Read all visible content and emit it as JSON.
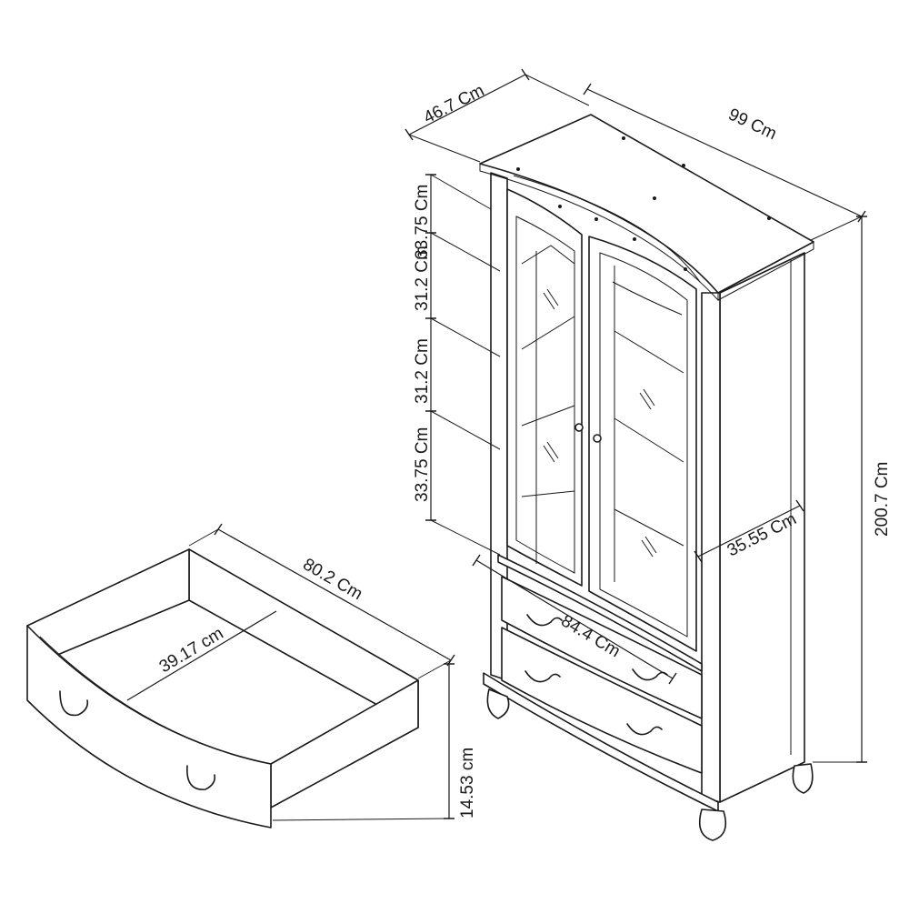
{
  "dimensions": {
    "cabinet_depth": "46.7 Cm",
    "cabinet_width": "99 Cm",
    "cabinet_height": "200.7 Cm",
    "shelf_gap_top": "33.75 Cm",
    "shelf_gap_2": "31.2 Cm",
    "shelf_gap_3": "31.2 Cm",
    "shelf_gap_bottom": "33.75 Cm",
    "interior_depth": "35.55 Cm",
    "drawer_front_width": "84.4 Cm",
    "drawer_length": "80.2 Cm",
    "drawer_inner_depth": "39.17 cm",
    "drawer_height": "14.53 cm"
  }
}
